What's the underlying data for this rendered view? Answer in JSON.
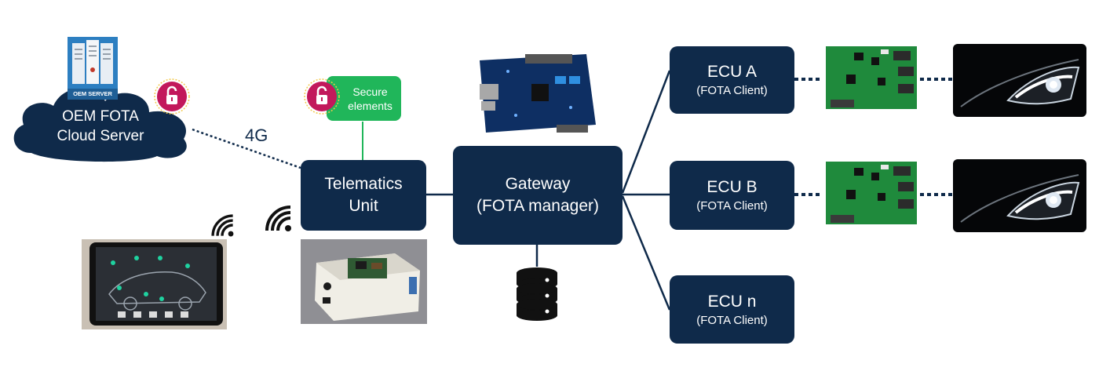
{
  "cloud": {
    "line1": "OEM FOTA",
    "line2": "Cloud Server"
  },
  "server_icon": {
    "label": "OEM SERVER",
    "icon": "server-icon"
  },
  "secure_elements": {
    "line1": "Secure",
    "line2": "elements"
  },
  "link_label": "4G",
  "telematics": {
    "line1": "Telematics",
    "line2": "Unit"
  },
  "gateway": {
    "line1": "Gateway",
    "line2": "(FOTA manager)"
  },
  "ecus": [
    {
      "title": "ECU A",
      "subtitle": "(FOTA Client)"
    },
    {
      "title": "ECU B",
      "subtitle": "(FOTA Client)"
    },
    {
      "title": "ECU n",
      "subtitle": "(FOTA Client)"
    }
  ],
  "colors": {
    "navy": "#0f2a4a",
    "green": "#20b65a",
    "lock": "#c2185b"
  }
}
